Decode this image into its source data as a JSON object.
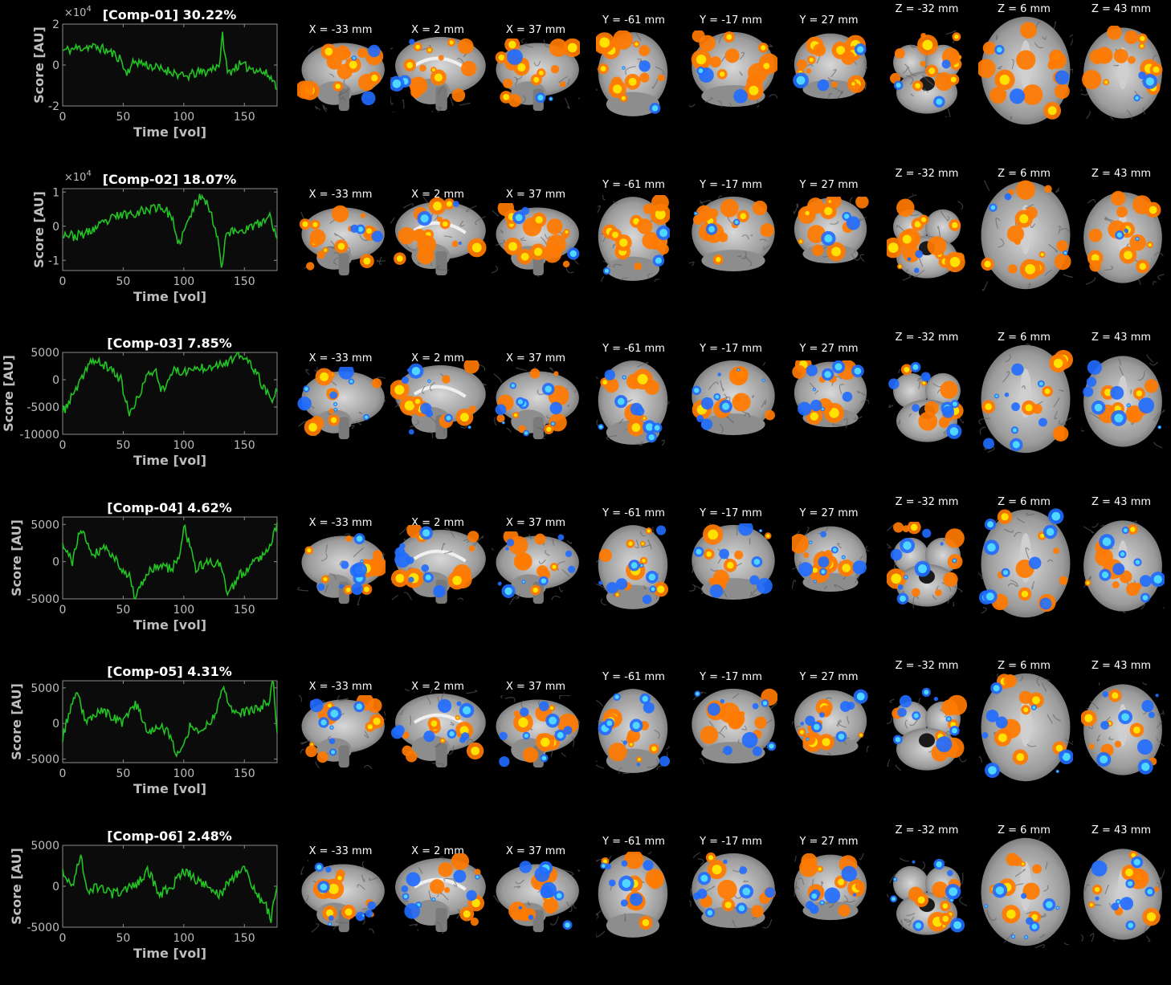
{
  "colors": {
    "background": "#000000",
    "axes_face": "#0b0b0b",
    "axes_edge": "#8c8c8c",
    "signal": "#22c322",
    "text_axis": "#bdbdbd",
    "positive_map": "#ff7a00",
    "positive_hot": "#ffe200",
    "negative_map": "#1f6bff",
    "negative_light": "#4fd7ff",
    "brain_gray": "#8a8a8a"
  },
  "slice_labels": [
    "X = -33 mm",
    "X = 2 mm",
    "X = 37 mm",
    "Y = -61 mm",
    "Y = -17 mm",
    "Y = 27 mm",
    "Z = -32 mm",
    "Z = 6 mm",
    "Z = 43 mm"
  ],
  "chart_data": [
    {
      "type": "line",
      "title": "[Comp-01] 30.22%",
      "xlabel": "Time [vol]",
      "ylabel": "Score [AU]",
      "y_multiplier": "×10^4",
      "xlim": [
        0,
        177
      ],
      "ylim": [
        -2,
        2
      ],
      "xticks": [
        0,
        50,
        100,
        150
      ],
      "yticks": [
        -2,
        0,
        2
      ],
      "yticklabels": [
        "-2",
        "0",
        "2"
      ],
      "seed": 11,
      "approx_x": [
        0,
        10,
        20,
        30,
        40,
        48,
        52,
        60,
        70,
        80,
        90,
        100,
        110,
        120,
        130,
        132,
        136,
        145,
        160,
        170,
        177
      ],
      "approx_y": [
        0.7,
        0.8,
        0.9,
        0.85,
        0.6,
        0.3,
        -0.4,
        0.2,
        0.0,
        -0.2,
        -0.3,
        -0.6,
        -0.4,
        -0.3,
        0.1,
        1.5,
        -0.4,
        0.0,
        -0.2,
        -0.5,
        -1.0
      ]
    },
    {
      "type": "line",
      "title": "[Comp-02] 18.07%",
      "xlabel": "Time [vol]",
      "ylabel": "Score [AU]",
      "y_multiplier": "×10^4",
      "xlim": [
        0,
        177
      ],
      "ylim": [
        -1.3,
        1.1
      ],
      "xticks": [
        0,
        50,
        100,
        150
      ],
      "yticks": [
        -1,
        0,
        1
      ],
      "yticklabels": [
        "-1",
        "0",
        "1"
      ],
      "seed": 23,
      "approx_x": [
        0,
        10,
        20,
        30,
        45,
        60,
        72,
        80,
        90,
        95,
        102,
        110,
        116,
        122,
        128,
        131,
        135,
        150,
        165,
        172,
        177
      ],
      "approx_y": [
        -0.2,
        -0.3,
        -0.2,
        0.0,
        0.3,
        0.4,
        0.5,
        0.6,
        0.3,
        -0.6,
        0.0,
        0.7,
        0.95,
        0.4,
        -0.3,
        -1.2,
        -0.2,
        -0.1,
        0.1,
        0.3,
        -0.5
      ]
    },
    {
      "type": "line",
      "title": "[Comp-03] 7.85%",
      "xlabel": "Time [vol]",
      "ylabel": "Score [AU]",
      "y_multiplier": "",
      "xlim": [
        0,
        177
      ],
      "ylim": [
        -10000,
        5000
      ],
      "xticks": [
        0,
        50,
        100,
        150
      ],
      "yticks": [
        -10000,
        -5000,
        0,
        5000
      ],
      "yticklabels": [
        "-10000",
        "-5000",
        "0",
        "5000"
      ],
      "seed": 37,
      "approx_x": [
        0,
        8,
        16,
        22,
        30,
        40,
        48,
        55,
        60,
        68,
        76,
        82,
        90,
        100,
        110,
        120,
        130,
        140,
        146,
        155,
        165,
        172,
        177
      ],
      "approx_y": [
        -6000,
        -3000,
        0,
        3500,
        3000,
        2000,
        0,
        -6500,
        -4500,
        0,
        2000,
        -2000,
        1500,
        1500,
        2000,
        2500,
        3000,
        3500,
        4500,
        3000,
        -1000,
        -4000,
        -2000
      ]
    },
    {
      "type": "line",
      "title": "[Comp-04] 4.62%",
      "xlabel": "Time [vol]",
      "ylabel": "Score [AU]",
      "y_multiplier": "",
      "xlim": [
        0,
        177
      ],
      "ylim": [
        -5000,
        6000
      ],
      "xticks": [
        0,
        50,
        100,
        150
      ],
      "yticks": [
        -5000,
        0,
        5000
      ],
      "yticklabels": [
        "-5000",
        "0",
        "5000"
      ],
      "seed": 41,
      "approx_x": [
        0,
        8,
        15,
        25,
        35,
        45,
        55,
        60,
        70,
        80,
        90,
        97,
        100,
        110,
        120,
        130,
        137,
        145,
        155,
        165,
        172,
        177
      ],
      "approx_y": [
        2000,
        0,
        4500,
        1000,
        2000,
        0,
        -2000,
        -5000,
        -1500,
        -500,
        -1000,
        1000,
        5000,
        -1000,
        0,
        -500,
        -4500,
        -2000,
        -500,
        1000,
        2500,
        5000
      ]
    },
    {
      "type": "line",
      "title": "[Comp-05] 4.31%",
      "xlabel": "Time [vol]",
      "ylabel": "Score [AU]",
      "y_multiplier": "",
      "xlim": [
        0,
        177
      ],
      "ylim": [
        -5500,
        6000
      ],
      "xticks": [
        0,
        50,
        100,
        150
      ],
      "yticks": [
        -5000,
        0,
        5000
      ],
      "yticklabels": [
        "-5000",
        "0",
        "5000"
      ],
      "seed": 53,
      "approx_x": [
        0,
        6,
        12,
        20,
        30,
        40,
        50,
        60,
        70,
        80,
        88,
        95,
        105,
        115,
        125,
        132,
        140,
        150,
        160,
        170,
        174,
        177
      ],
      "approx_y": [
        -2000,
        2000,
        4000,
        0,
        2000,
        1000,
        0,
        3000,
        -1000,
        -500,
        -1500,
        -4500,
        -500,
        -1000,
        1000,
        5000,
        2000,
        1500,
        2000,
        3000,
        6000,
        -1500
      ]
    },
    {
      "type": "line",
      "title": "[Comp-06] 2.48%",
      "xlabel": "Time [vol]",
      "ylabel": "Score [AU]",
      "y_multiplier": "",
      "xlim": [
        0,
        177
      ],
      "ylim": [
        -5000,
        5000
      ],
      "xticks": [
        0,
        50,
        100,
        150
      ],
      "yticks": [
        -5000,
        0,
        5000
      ],
      "yticklabels": [
        "-5000",
        "0",
        "5000"
      ],
      "seed": 67,
      "approx_x": [
        0,
        8,
        15,
        20,
        30,
        40,
        50,
        60,
        70,
        80,
        90,
        100,
        108,
        120,
        130,
        140,
        150,
        160,
        168,
        172,
        177
      ],
      "approx_y": [
        1500,
        0,
        4000,
        -500,
        0,
        -1000,
        -500,
        0,
        2000,
        -1000,
        0,
        2000,
        1000,
        0,
        -1000,
        1000,
        2500,
        -1000,
        -2500,
        -4000,
        500
      ]
    }
  ]
}
